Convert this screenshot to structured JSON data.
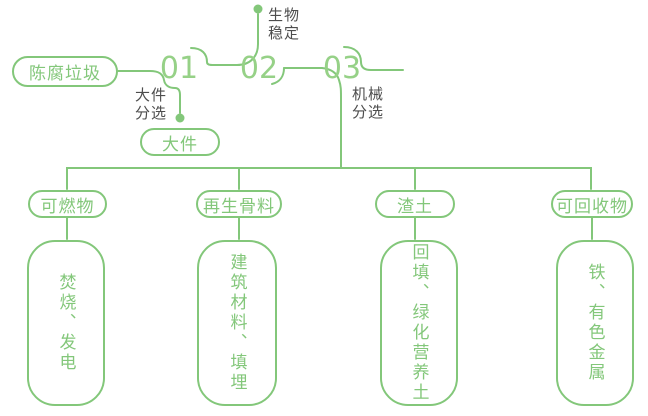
{
  "palette": {
    "green": "#83C77A",
    "green_light": "#96D187",
    "text_dark": "#4D4D4D",
    "background": "#FFFFFF"
  },
  "flow": {
    "root": {
      "label": "陈腐垃圾"
    },
    "stages": [
      {
        "number": "01",
        "label_lines": [
          "大件",
          "分选"
        ],
        "output": "大件"
      },
      {
        "number": "02",
        "label_lines": [
          "生物",
          "稳定"
        ]
      },
      {
        "number": "03",
        "label_lines": [
          "机械",
          "分选"
        ]
      }
    ]
  },
  "branches": [
    {
      "category": "可燃物",
      "detail": "焚烧、发电"
    },
    {
      "category": "再生骨料",
      "detail": "建筑材料、填埋"
    },
    {
      "category": "渣土",
      "detail": "回填、绿化营养土"
    },
    {
      "category": "可回收物",
      "detail": "铁、有色金属"
    }
  ]
}
